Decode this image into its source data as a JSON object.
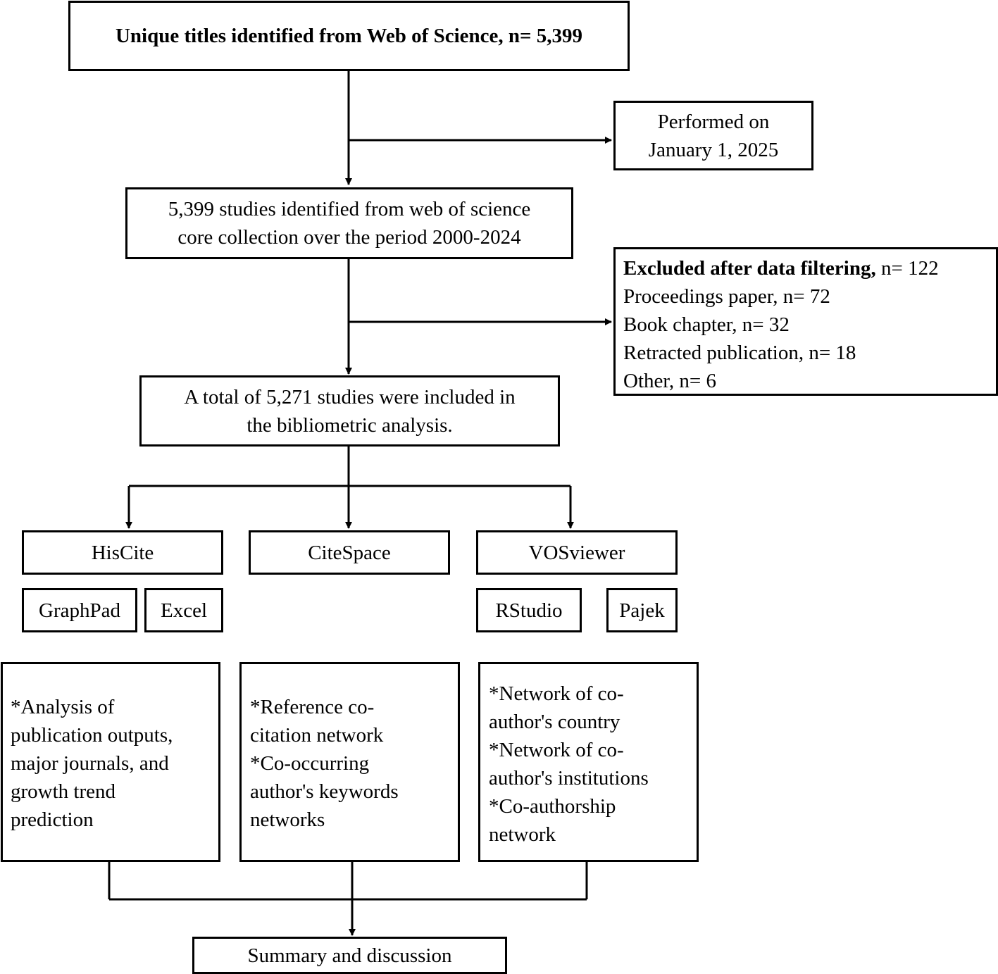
{
  "title_box": {
    "text": "Unique titles identified from Web of Science, n= 5,399"
  },
  "performed_box": {
    "lines": [
      "Performed on",
      "January 1, 2025"
    ]
  },
  "identified_box": {
    "lines": [
      "5,399 studies identified from web of science",
      "core collection over the period 2000-2024"
    ]
  },
  "excluded_box": {
    "heading": "Excluded after data filtering,",
    "heading_count": "n= 122",
    "items": [
      "Proceedings paper, n= 72",
      "Book chapter, n= 32",
      "Retracted publication, n= 18",
      "Other, n= 6"
    ]
  },
  "included_box": {
    "lines": [
      "A total of 5,271 studies were included in",
      "the bibliometric analysis."
    ]
  },
  "tools": {
    "hiscite": "HisCite",
    "citespace": "CiteSpace",
    "vosviewer": "VOSviewer",
    "graphpad": "GraphPad",
    "excel": "Excel",
    "rstudio": "RStudio",
    "pajek": "Pajek"
  },
  "analyses": {
    "hiscite": [
      "*Analysis of",
      "publication outputs,",
      "major journals, and",
      "growth trend",
      "prediction"
    ],
    "citespace": [
      "*Reference co-",
      "citation network",
      "*Co-occurring",
      "author's keywords",
      "networks"
    ],
    "vosviewer": [
      "*Network of co-",
      "author's country",
      "*Network of co-",
      "author's institutions",
      "*Co-authorship",
      "network"
    ]
  },
  "summary_box": {
    "text": "Summary and discussion"
  }
}
